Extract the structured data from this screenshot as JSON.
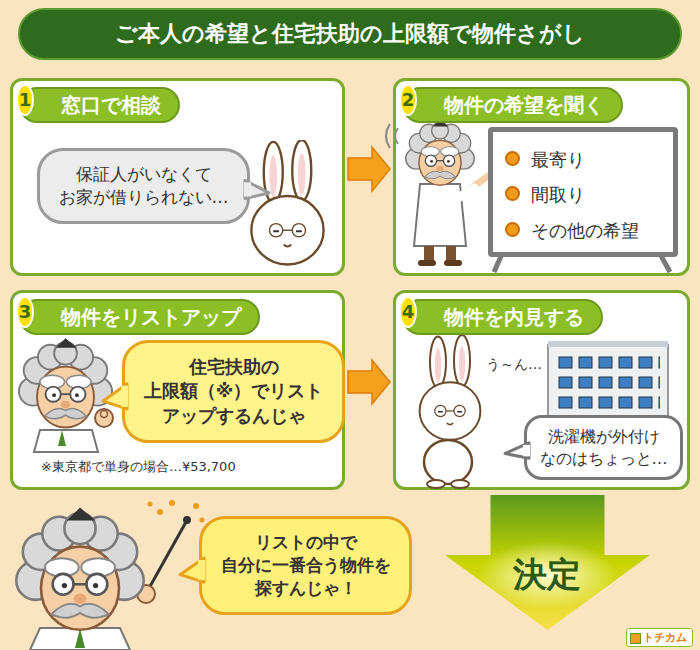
{
  "diagram": {
    "title": "ご本人の希望と住宅扶助の上限額で物件さがし",
    "nodes": [
      {
        "text": [
          "窓口で相談"
        ]
      },
      {
        "text": [
          "保証人がいなくて お家が借りられない…"
        ],
        "in": 0
      },
      {
        "text": [
          "物件の希望を聞く"
        ]
      },
      {
        "text": [
          "最寄り",
          "間取り",
          "その他の希望"
        ],
        "in": 2
      },
      {
        "text": [
          "物件をリストアップ",
          "※東京都で単身の場合…¥53,700"
        ]
      },
      {
        "text": [
          "住宅扶助の 上限額（※）でリスト アップするんじゃ"
        ],
        "in": 4
      },
      {
        "text": [
          "物件を内見する"
        ]
      },
      {
        "text": [
          "洗濯機が外付け なのはちょっと…"
        ],
        "in": 6
      },
      {
        "text": [
          "リストの中で 自分に一番合う物件を 探すんじゃ！"
        ]
      },
      {
        "text": [
          "決定"
        ]
      }
    ],
    "edges": [
      {
        "from": 0,
        "to": 2,
        "arrow": "to"
      },
      {
        "from": 4,
        "to": 6,
        "arrow": "to"
      }
    ],
    "labels": [
      "1",
      "2",
      "3",
      "4",
      "う～ん…",
      "トチカム"
    ]
  }
}
